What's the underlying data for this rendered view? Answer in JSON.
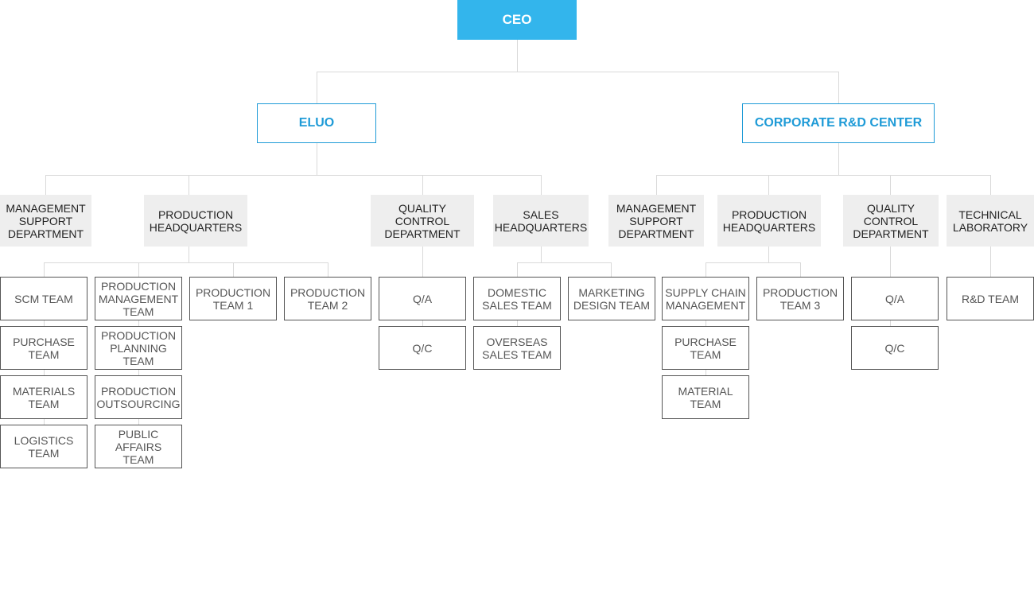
{
  "colors": {
    "ceo_fill": "#33b5ec",
    "division_accent": "#1f9bd7",
    "department_fill": "#eeeeee",
    "team_border": "#555555",
    "connector": "#d9d9d9"
  },
  "ceo": {
    "label": "CEO"
  },
  "divisions": [
    {
      "label": "ELUO",
      "departments": [
        {
          "label": "MANAGEMENT\nSUPPORT\nDEPARTMENT",
          "teams": [
            {
              "label": "SCM TEAM"
            },
            {
              "label": "PURCHASE\nTEAM"
            },
            {
              "label": "MATERIALS\nTEAM"
            },
            {
              "label": "LOGISTICS\nTEAM"
            }
          ]
        },
        {
          "label": "PRODUCTION\nHEADQUARTERS",
          "teams": [
            {
              "label": "PRODUCTION\nMANAGEMENT\nTEAM"
            },
            {
              "label": "PRODUCTION\nPLANNING\nTEAM"
            },
            {
              "label": "PRODUCTION\nOUTSOURCING"
            },
            {
              "label": "PUBLIC\nAFFAIRS\nTEAM"
            },
            {
              "label": "PRODUCTION\nTEAM 1"
            },
            {
              "label": "PRODUCTION\nTEAM 2"
            }
          ]
        },
        {
          "label": "QUALITY\nCONTROL\nDEPARTMENT",
          "teams": [
            {
              "label": "Q/A"
            },
            {
              "label": "Q/C"
            }
          ]
        },
        {
          "label": "SALES\nHEADQUARTERS",
          "teams": [
            {
              "label": "DOMESTIC\nSALES TEAM"
            },
            {
              "label": "OVERSEAS\nSALES TEAM"
            },
            {
              "label": "MARKETING\nDESIGN TEAM"
            }
          ]
        }
      ]
    },
    {
      "label": "CORPORATE R&D CENTER",
      "departments": [
        {
          "label": "MANAGEMENT\nSUPPORT\nDEPARTMENT",
          "teams": []
        },
        {
          "label": "PRODUCTION\nHEADQUARTERS",
          "teams": [
            {
              "label": "SUPPLY CHAIN\nMANAGEMENT"
            },
            {
              "label": "PURCHASE\nTEAM"
            },
            {
              "label": "MATERIAL\nTEAM"
            },
            {
              "label": "PRODUCTION\nTEAM 3"
            }
          ]
        },
        {
          "label": "QUALITY\nCONTROL\nDEPARTMENT",
          "teams": [
            {
              "label": "Q/A"
            },
            {
              "label": "Q/C"
            }
          ]
        },
        {
          "label": "TECHNICAL\nLABORATORY",
          "teams": [
            {
              "label": "R&D TEAM"
            }
          ]
        }
      ]
    }
  ]
}
